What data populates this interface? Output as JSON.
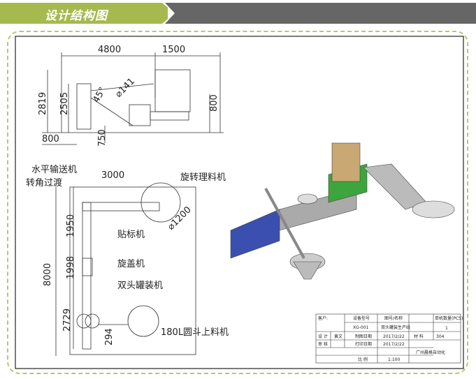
{
  "header": {
    "title": "设计结构图"
  },
  "side_view": {
    "dims": [
      "4800",
      "1500",
      "2819",
      "2505",
      "45°",
      "⌀141",
      "800",
      "800",
      "750"
    ]
  },
  "plan_view": {
    "labels": {
      "horizontal_conveyor": "水平输送机",
      "corner": "转角过渡",
      "rotary_sorter": "旋转理料机",
      "labeler": "贴标机",
      "capper": "旋盖机",
      "filler": "双头罐装机",
      "hopper": "180L圆斗上料机"
    },
    "dims": [
      "3000",
      "⌀1200",
      "1950",
      "1998",
      "8000",
      "2729",
      "294"
    ]
  },
  "title_block": {
    "customer_label": "客户:",
    "model_label": "设备型号",
    "drawing_label": "图号/名称",
    "qty_label": "单机数量(PCS)",
    "model": "XG-001",
    "name": "双头罐装生产线",
    "qty": "1",
    "design_label": "设 计",
    "designer": "黄文",
    "draw_date_label": "制图日期",
    "draw_date": "2017/2/22",
    "material_label": "材 料",
    "material": "304",
    "review_label": "审 核",
    "print_date_label": "打印日期",
    "print_date": "2017/2/22",
    "company": "广州晨格自动化",
    "scale_label": "比 例",
    "scale": "1:100"
  }
}
